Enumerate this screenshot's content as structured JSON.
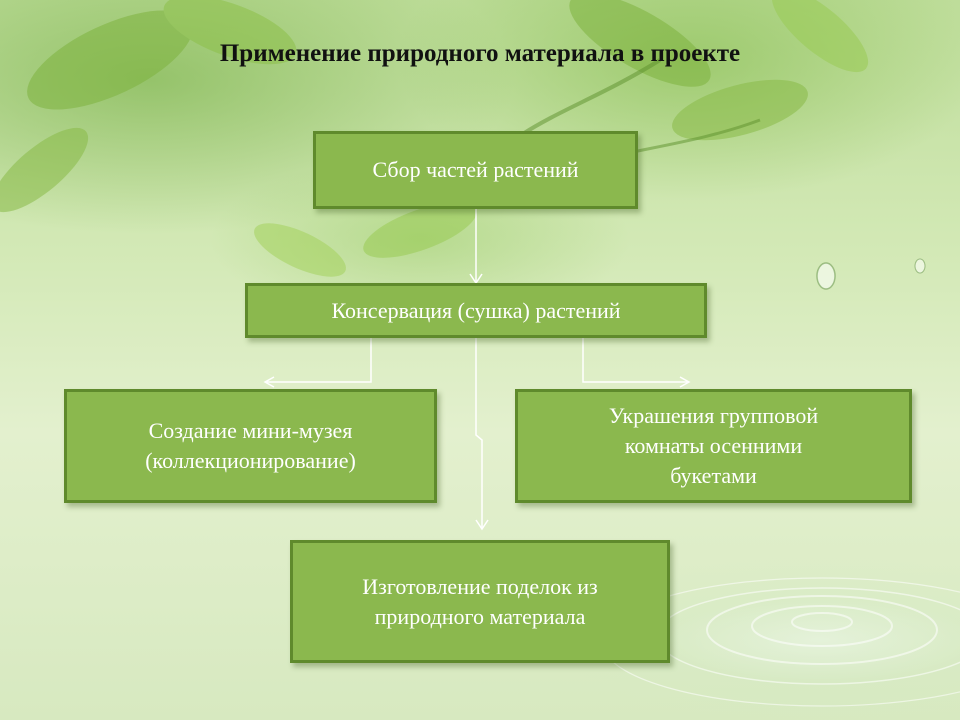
{
  "slide": {
    "title": "Применение природного материала в проекте"
  },
  "nodes": {
    "collect": "Сбор частей растений",
    "conserve": "Консервация (сушка) растений",
    "museum": "Создание мини-музея\n(коллекционирование)",
    "decor": "Украшения групповой\nкомнаты осенними\nбукетами",
    "crafts": "Изготовление поделок из\nприродного материала"
  },
  "edges": [
    {
      "from": "collect",
      "to": "conserve"
    },
    {
      "from": "conserve",
      "to": "museum"
    },
    {
      "from": "conserve",
      "to": "decor"
    },
    {
      "from": "conserve",
      "to": "crafts"
    }
  ],
  "colors": {
    "box_fill": "#8bb84e",
    "box_border": "#5f8a2c",
    "box_text": "#ffffff",
    "title_text": "#111111",
    "connector": "#ffffff"
  }
}
